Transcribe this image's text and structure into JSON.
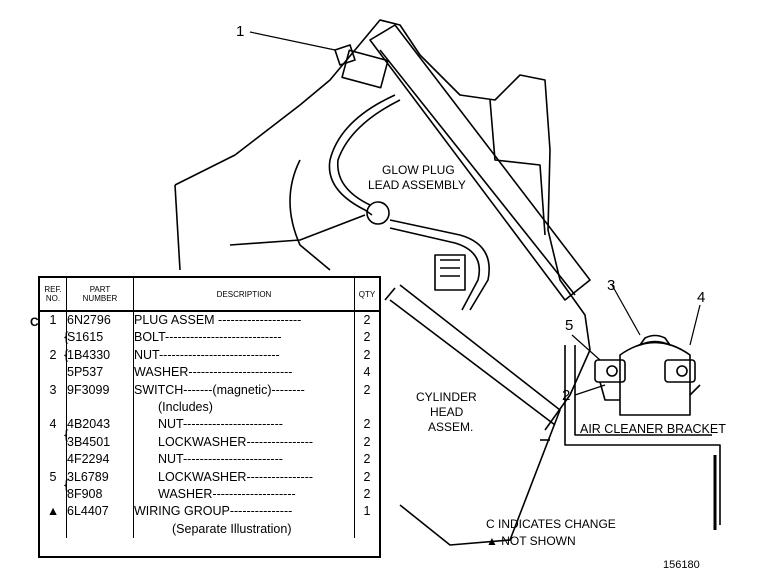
{
  "callouts": [
    "1",
    "3",
    "4",
    "5",
    "2"
  ],
  "labels": {
    "glow_plug_lead_line1": "GLOW PLUG",
    "glow_plug_lead_line2": "LEAD ASSEMBLY",
    "cylinder_head_line1": "CYLINDER",
    "cylinder_head_line2": "HEAD",
    "cylinder_head_line3": "ASSEM.",
    "air_cleaner_bracket": "AIR CLEANER BRACKET"
  },
  "table": {
    "headers": {
      "ref_line1": "REF.",
      "ref_line2": "NO.",
      "part_line1": "PART",
      "part_line2": "NUMBER",
      "description": "DESCRIPTION",
      "qty": "QTY"
    },
    "change_marker": "C",
    "rows": [
      {
        "ref": "1",
        "part": "6N2796",
        "desc": "PLUG ASSEM --------------------",
        "qty": "2"
      },
      {
        "ref": "",
        "part": "S1615",
        "desc": "BOLT----------------------------",
        "qty": "2"
      },
      {
        "ref": "2",
        "part": "1B4330",
        "desc": "NUT-----------------------------",
        "qty": "2"
      },
      {
        "ref": "",
        "part": "5P537",
        "desc": "WASHER-------------------------",
        "qty": "4"
      },
      {
        "ref": "3",
        "part": "9F3099",
        "desc": "SWITCH-------(magnetic)--------",
        "qty": "2"
      },
      {
        "ref": "",
        "part": "",
        "desc": "(Includes)",
        "qty": ""
      },
      {
        "ref": "4",
        "part": "4B2043",
        "desc": "NUT------------------------",
        "qty": "2"
      },
      {
        "ref": "",
        "part": "3B4501",
        "desc": "LOCKWASHER----------------",
        "qty": "2"
      },
      {
        "ref": "",
        "part": "4F2294",
        "desc": "NUT------------------------",
        "qty": "2"
      },
      {
        "ref": "5",
        "part": "3L6789",
        "desc": "LOCKWASHER----------------",
        "qty": "2"
      },
      {
        "ref": "",
        "part": "8F908",
        "desc": "WASHER--------------------",
        "qty": "2"
      },
      {
        "ref": "▲",
        "part": "6L4407",
        "desc": "WIRING GROUP---------------",
        "qty": "1"
      },
      {
        "ref": "",
        "part": "",
        "desc": "(Separate Illustration)",
        "qty": ""
      }
    ]
  },
  "legend": {
    "change": "C INDICATES CHANGE",
    "not_shown": "▲ NOT SHOWN"
  },
  "figure_number": "156180"
}
